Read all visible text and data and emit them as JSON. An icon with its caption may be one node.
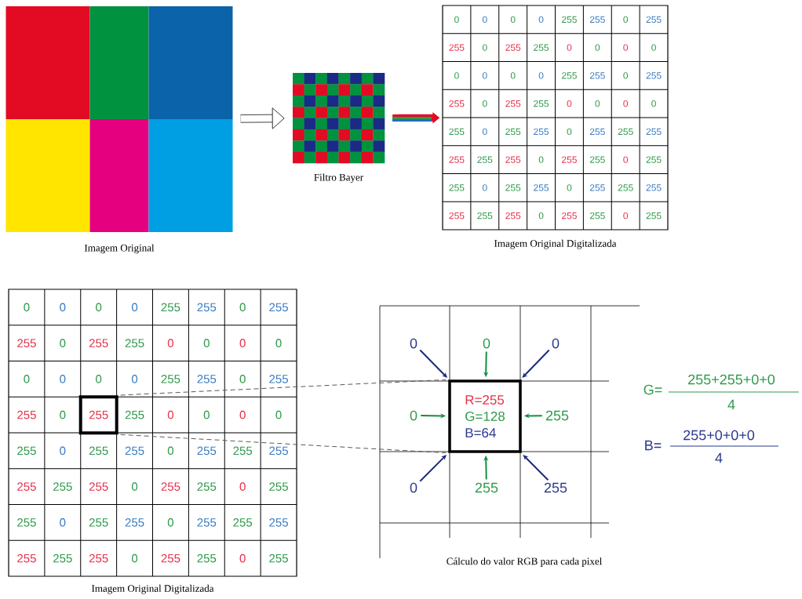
{
  "diagram": {
    "nodes": [
      {
        "text": [],
        "shape": "picture",
        "beside": [
          "Imagem Original"
        ]
      },
      {
        "text": [],
        "shape": "picture",
        "beside": [
          "Filtro Bayer"
        ]
      },
      {
        "text": [],
        "shape": "box",
        "beside": [
          "Imagem Original Digitalizada"
        ]
      },
      {
        "text": [],
        "shape": "box",
        "beside": [
          "Imagem Original Digitalizada"
        ]
      },
      {
        "text": [],
        "shape": "box",
        "in": 3
      },
      {
        "text": [
          "R=255",
          "G=128",
          "B=64"
        ]
      },
      {
        "text": [
          "0"
        ]
      },
      {
        "text": [
          "0"
        ]
      },
      {
        "text": [
          "0"
        ]
      },
      {
        "text": [
          "0"
        ]
      },
      {
        "text": [
          "255"
        ]
      },
      {
        "text": [
          "0"
        ]
      },
      {
        "text": [
          "255"
        ]
      },
      {
        "text": [
          "255"
        ]
      }
    ],
    "edges": [
      {
        "from": 0,
        "to": 1,
        "arrow": "to",
        "style": "thick",
        "color": "#000000"
      },
      {
        "from": 1,
        "to": 2,
        "arrow": "to",
        "style": "thick",
        "color": "#e30a24"
      },
      {
        "from": 4,
        "to": 5,
        "arrow": "none",
        "style": "dashed"
      },
      {
        "from": 4,
        "to": 5,
        "arrow": "none",
        "style": "dashed"
      },
      {
        "from": 6,
        "to": 5,
        "arrow": "to",
        "color": "#1f2a7a"
      },
      {
        "from": 7,
        "to": 5,
        "arrow": "to",
        "color": "#12903e"
      },
      {
        "from": 8,
        "to": 5,
        "arrow": "to",
        "color": "#1f2a7a"
      },
      {
        "from": 9,
        "to": 5,
        "arrow": "to",
        "color": "#12903e"
      },
      {
        "from": 10,
        "to": 5,
        "arrow": "to",
        "color": "#12903e"
      },
      {
        "from": 11,
        "to": 5,
        "arrow": "to",
        "color": "#1f2a7a"
      },
      {
        "from": 12,
        "to": 5,
        "arrow": "to",
        "color": "#12903e"
      },
      {
        "from": 13,
        "to": 5,
        "arrow": "to",
        "color": "#1f2a7a"
      }
    ],
    "labels": [
      "0",
      "0",
      "0",
      "0",
      "255",
      "255",
      "0",
      "255",
      "255",
      "0",
      "255",
      "255",
      "0",
      "0",
      "0",
      "0",
      "0",
      "0",
      "0",
      "0",
      "255",
      "255",
      "0",
      "255",
      "255",
      "0",
      "255",
      "255",
      "0",
      "0",
      "0",
      "0",
      "255",
      "0",
      "255",
      "255",
      "0",
      "255",
      "255",
      "255",
      "255",
      "255",
      "255",
      "0",
      "255",
      "255",
      "0",
      "255",
      "255",
      "0",
      "255",
      "255",
      "0",
      "255",
      "255",
      "255",
      "255",
      "255",
      "255",
      "0",
      "255",
      "255",
      "0",
      "255",
      "0",
      "0",
      "0",
      "0",
      "255",
      "255",
      "0",
      "255",
      "255",
      "0",
      "255",
      "255",
      "0",
      "0",
      "0",
      "0",
      "0",
      "0",
      "0",
      "0",
      "255",
      "255",
      "0",
      "255",
      "255",
      "0",
      "255",
      "255",
      "0",
      "0",
      "0",
      "0",
      "255",
      "0",
      "255",
      "255",
      "0",
      "255",
      "255",
      "255",
      "255",
      "255",
      "255",
      "0",
      "255",
      "255",
      "0",
      "255",
      "255",
      "0",
      "255",
      "255",
      "0",
      "255",
      "255",
      "255",
      "255",
      "255",
      "255",
      "0",
      "255",
      "255",
      "0",
      "255",
      "G=",
      "255+255+0+0",
      "4",
      "B=",
      "255+0+0+0",
      "4",
      "Cálculo do valor RGB para cada pixel"
    ]
  }
}
